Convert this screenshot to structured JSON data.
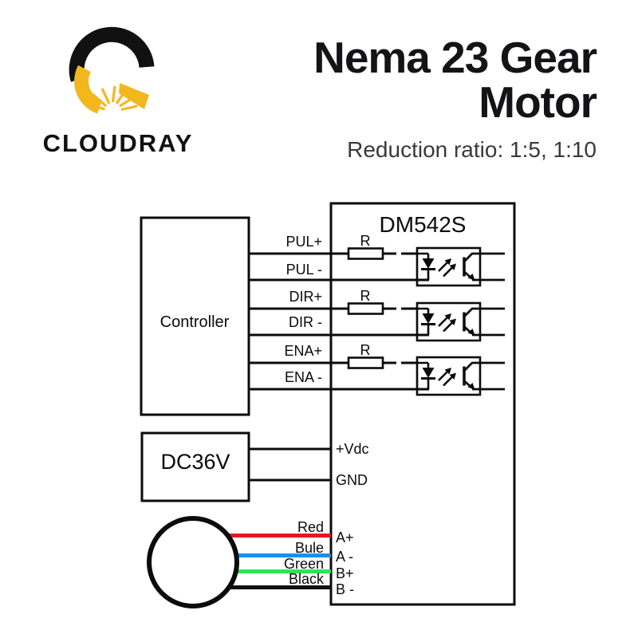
{
  "brand": {
    "name": "CLOUDRAY"
  },
  "header": {
    "title_lines": [
      "Nema 23 Gear",
      "Motor"
    ],
    "subtitle": "Reduction ratio: 1:5, 1:10"
  },
  "diagram": {
    "driver": {
      "label": "DM542S",
      "power_terminals": [
        "+Vdc",
        "GND"
      ],
      "motor_terminals": [
        "A+",
        "A -",
        "B+",
        "B -"
      ]
    },
    "controller": {
      "label": "Controller"
    },
    "power_supply": {
      "label": "DC36V"
    },
    "resistor_label": "R",
    "signal_lines": [
      "PUL+",
      "PUL -",
      "DIR+",
      "DIR -",
      "ENA+",
      "ENA -"
    ],
    "motor_wires": [
      {
        "label": "Red",
        "color": "#e8161d"
      },
      {
        "label": "Bule",
        "color": "#1d8fe8"
      },
      {
        "label": "Green",
        "color": "#30e34f"
      },
      {
        "label": "Black",
        "color": "#101010"
      }
    ],
    "colors": {
      "brand_black": "#111111",
      "brand_gold": "#f3b71e",
      "line": "#0b0b0b"
    }
  }
}
